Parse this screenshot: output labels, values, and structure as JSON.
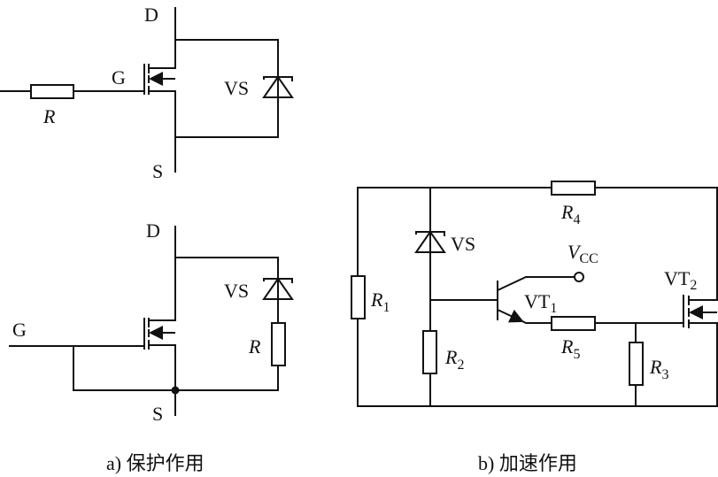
{
  "circuit_a_top": {
    "drain": "D",
    "gate": "G",
    "source": "S",
    "zener": "VS",
    "resistor": "R"
  },
  "circuit_a_bottom": {
    "drain": "D",
    "gate": "G",
    "source": "S",
    "zener": "VS",
    "resistor": "R"
  },
  "circuit_b": {
    "zener": "VS",
    "r1": {
      "main": "R",
      "sub": "1"
    },
    "r2": {
      "main": "R",
      "sub": "2"
    },
    "r3": {
      "main": "R",
      "sub": "3"
    },
    "r4": {
      "main": "R",
      "sub": "4"
    },
    "r5": {
      "main": "R",
      "sub": "5"
    },
    "vcc": {
      "main": "V",
      "sub": "CC"
    },
    "vt1": {
      "main": "VT",
      "sub": "1"
    },
    "vt2": {
      "main": "VT",
      "sub": "2"
    }
  },
  "captions": {
    "a": "a) 保护作用",
    "b": "b) 加速作用"
  }
}
